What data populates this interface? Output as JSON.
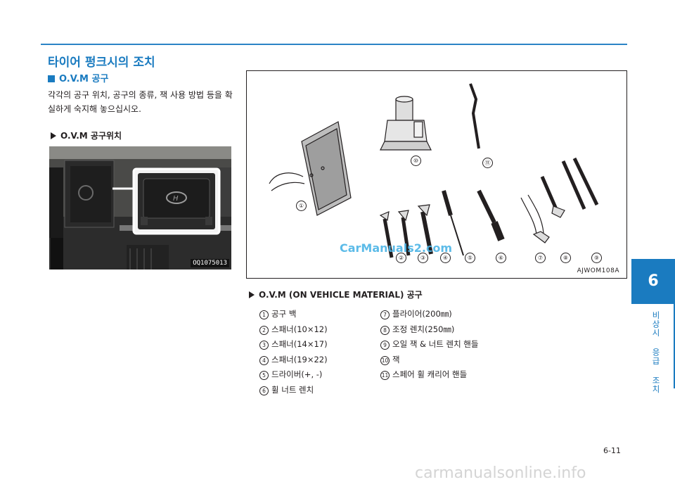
{
  "section": {
    "title": "타이어 펑크시의 조치",
    "subtitle": "O.V.M 공구",
    "intro": "각각의 공구 위치, 공구의 종류, 잭 사용 방법 등을 확실하게 숙지해 놓으십시오."
  },
  "location": {
    "heading": "O.V.M 공구위치",
    "photo_code": "OQ1075013"
  },
  "figure": {
    "code": "AJWOM108A",
    "watermark": "CarManuals2.com",
    "callouts": [
      "①",
      "②",
      "③",
      "④",
      "⑤",
      "⑥",
      "⑦",
      "⑧",
      "⑨",
      "⑩",
      "⑪"
    ]
  },
  "tools": {
    "heading": "O.V.M (ON VEHICLE MATERIAL) 공구",
    "left": [
      {
        "n": "1",
        "label": "공구 백"
      },
      {
        "n": "2",
        "label": "스패너(10×12)"
      },
      {
        "n": "3",
        "label": "스패너(14×17)"
      },
      {
        "n": "4",
        "label": "스패너(19×22)"
      },
      {
        "n": "5",
        "label": "드라이버(+, -)"
      },
      {
        "n": "6",
        "label": "휠 너트 렌치"
      }
    ],
    "right": [
      {
        "n": "7",
        "label": "플라이어(200㎜)"
      },
      {
        "n": "8",
        "label": "조정 렌치(250㎜)"
      },
      {
        "n": "9",
        "label": "오일 잭 & 너트 렌치 핸들"
      },
      {
        "n": "10",
        "label": "잭"
      },
      {
        "n": "11",
        "label": "스페어 휠 캐리어 핸들"
      }
    ]
  },
  "side_tab": {
    "number": "6",
    "text": "비상시 응급 조치"
  },
  "page_number": "6-11",
  "footer": "carmanualsonline.info",
  "colors": {
    "accent": "#1a7bc0"
  }
}
